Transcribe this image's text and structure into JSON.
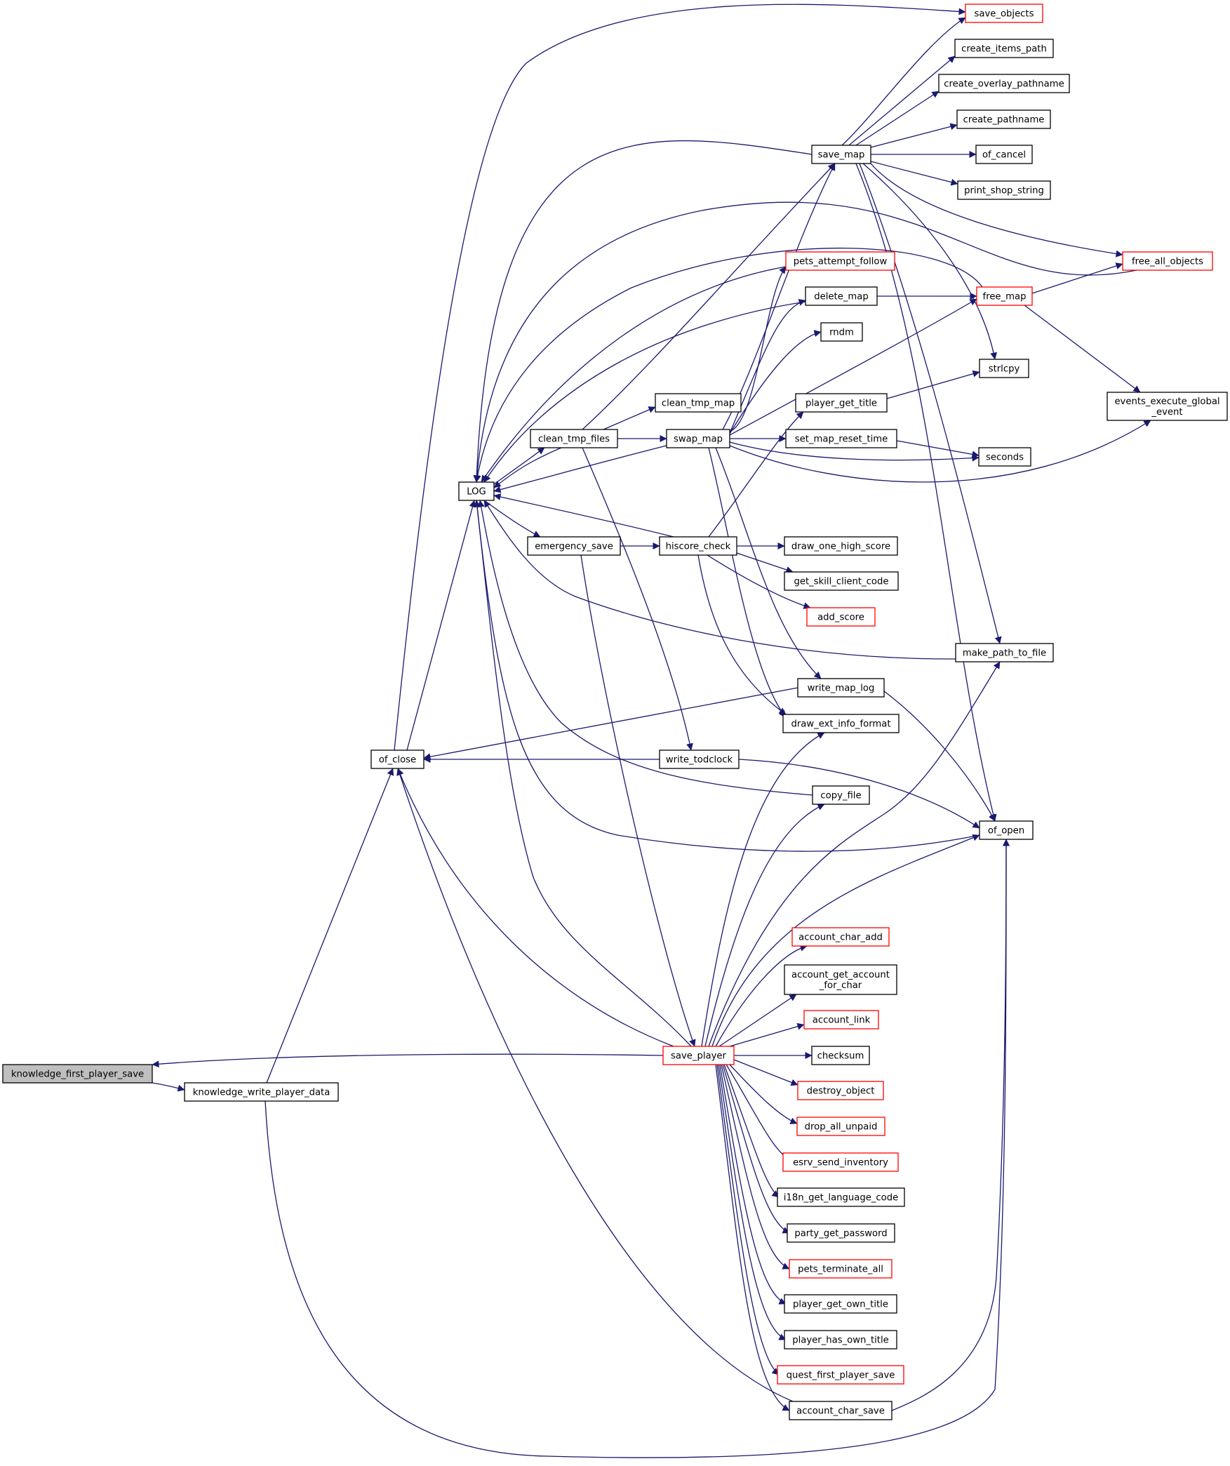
{
  "colors": {
    "edge": "#191970",
    "node_border": "#000000",
    "node_border_link": "#ff0000",
    "root_fill": "#bfbfbf",
    "background": "#ffffff"
  },
  "nodes": [
    {
      "id": "knowledge_first_player_save",
      "label": "knowledge_first_player_save",
      "style": "root"
    },
    {
      "id": "knowledge_write_player_data",
      "label": "knowledge_write_player_data",
      "style": "normal"
    },
    {
      "id": "of_close",
      "label": "of_close",
      "style": "normal"
    },
    {
      "id": "LOG",
      "label": "LOG",
      "style": "normal"
    },
    {
      "id": "emergency_save",
      "label": "emergency_save",
      "style": "normal"
    },
    {
      "id": "clean_tmp_files",
      "label": "clean_tmp_files",
      "style": "normal"
    },
    {
      "id": "clean_tmp_map",
      "label": "clean_tmp_map",
      "style": "normal"
    },
    {
      "id": "swap_map",
      "label": "swap_map",
      "style": "normal"
    },
    {
      "id": "hiscore_check",
      "label": "hiscore_check",
      "style": "normal"
    },
    {
      "id": "write_todclock",
      "label": "write_todclock",
      "style": "normal"
    },
    {
      "id": "save_player",
      "label": "save_player",
      "style": "red"
    },
    {
      "id": "save_objects",
      "label": "save_objects",
      "style": "red"
    },
    {
      "id": "create_items_path",
      "label": "create_items_path",
      "style": "normal"
    },
    {
      "id": "create_overlay_pathname",
      "label": "create_overlay_pathname",
      "style": "normal"
    },
    {
      "id": "create_pathname",
      "label": "create_pathname",
      "style": "normal"
    },
    {
      "id": "save_map",
      "label": "save_map",
      "style": "normal"
    },
    {
      "id": "of_cancel",
      "label": "of_cancel",
      "style": "normal"
    },
    {
      "id": "print_shop_string",
      "label": "print_shop_string",
      "style": "normal"
    },
    {
      "id": "free_all_objects",
      "label": "free_all_objects",
      "style": "red"
    },
    {
      "id": "pets_attempt_follow",
      "label": "pets_attempt_follow",
      "style": "red"
    },
    {
      "id": "delete_map",
      "label": "delete_map",
      "style": "normal"
    },
    {
      "id": "free_map",
      "label": "free_map",
      "style": "red"
    },
    {
      "id": "rndm",
      "label": "rndm",
      "style": "normal"
    },
    {
      "id": "strlcpy",
      "label": "strlcpy",
      "style": "normal"
    },
    {
      "id": "player_get_title",
      "label": "player_get_title",
      "style": "normal"
    },
    {
      "id": "events_execute_global_event",
      "label_lines": [
        "events_execute_global",
        "_event"
      ],
      "style": "normal"
    },
    {
      "id": "set_map_reset_time",
      "label": "set_map_reset_time",
      "style": "normal"
    },
    {
      "id": "seconds",
      "label": "seconds",
      "style": "normal"
    },
    {
      "id": "draw_one_high_score",
      "label": "draw_one_high_score",
      "style": "normal"
    },
    {
      "id": "get_skill_client_code",
      "label": "get_skill_client_code",
      "style": "normal"
    },
    {
      "id": "add_score",
      "label": "add_score",
      "style": "red"
    },
    {
      "id": "make_path_to_file",
      "label": "make_path_to_file",
      "style": "normal"
    },
    {
      "id": "write_map_log",
      "label": "write_map_log",
      "style": "normal"
    },
    {
      "id": "draw_ext_info_format",
      "label": "draw_ext_info_format",
      "style": "normal"
    },
    {
      "id": "copy_file",
      "label": "copy_file",
      "style": "normal"
    },
    {
      "id": "of_open",
      "label": "of_open",
      "style": "normal"
    },
    {
      "id": "account_char_add",
      "label": "account_char_add",
      "style": "red"
    },
    {
      "id": "account_get_account_for_char",
      "label_lines": [
        "account_get_account",
        "_for_char"
      ],
      "style": "normal"
    },
    {
      "id": "account_link",
      "label": "account_link",
      "style": "red"
    },
    {
      "id": "checksum",
      "label": "checksum",
      "style": "normal"
    },
    {
      "id": "destroy_object",
      "label": "destroy_object",
      "style": "red"
    },
    {
      "id": "drop_all_unpaid",
      "label": "drop_all_unpaid",
      "style": "red"
    },
    {
      "id": "esrv_send_inventory",
      "label": "esrv_send_inventory",
      "style": "red"
    },
    {
      "id": "i18n_get_language_code",
      "label": "i18n_get_language_code",
      "style": "normal"
    },
    {
      "id": "party_get_password",
      "label": "party_get_password",
      "style": "normal"
    },
    {
      "id": "pets_terminate_all",
      "label": "pets_terminate_all",
      "style": "red"
    },
    {
      "id": "player_get_own_title",
      "label": "player_get_own_title",
      "style": "normal"
    },
    {
      "id": "player_has_own_title",
      "label": "player_has_own_title",
      "style": "normal"
    },
    {
      "id": "quest_first_player_save",
      "label": "quest_first_player_save",
      "style": "red"
    },
    {
      "id": "account_char_save",
      "label": "account_char_save",
      "style": "normal"
    }
  ]
}
